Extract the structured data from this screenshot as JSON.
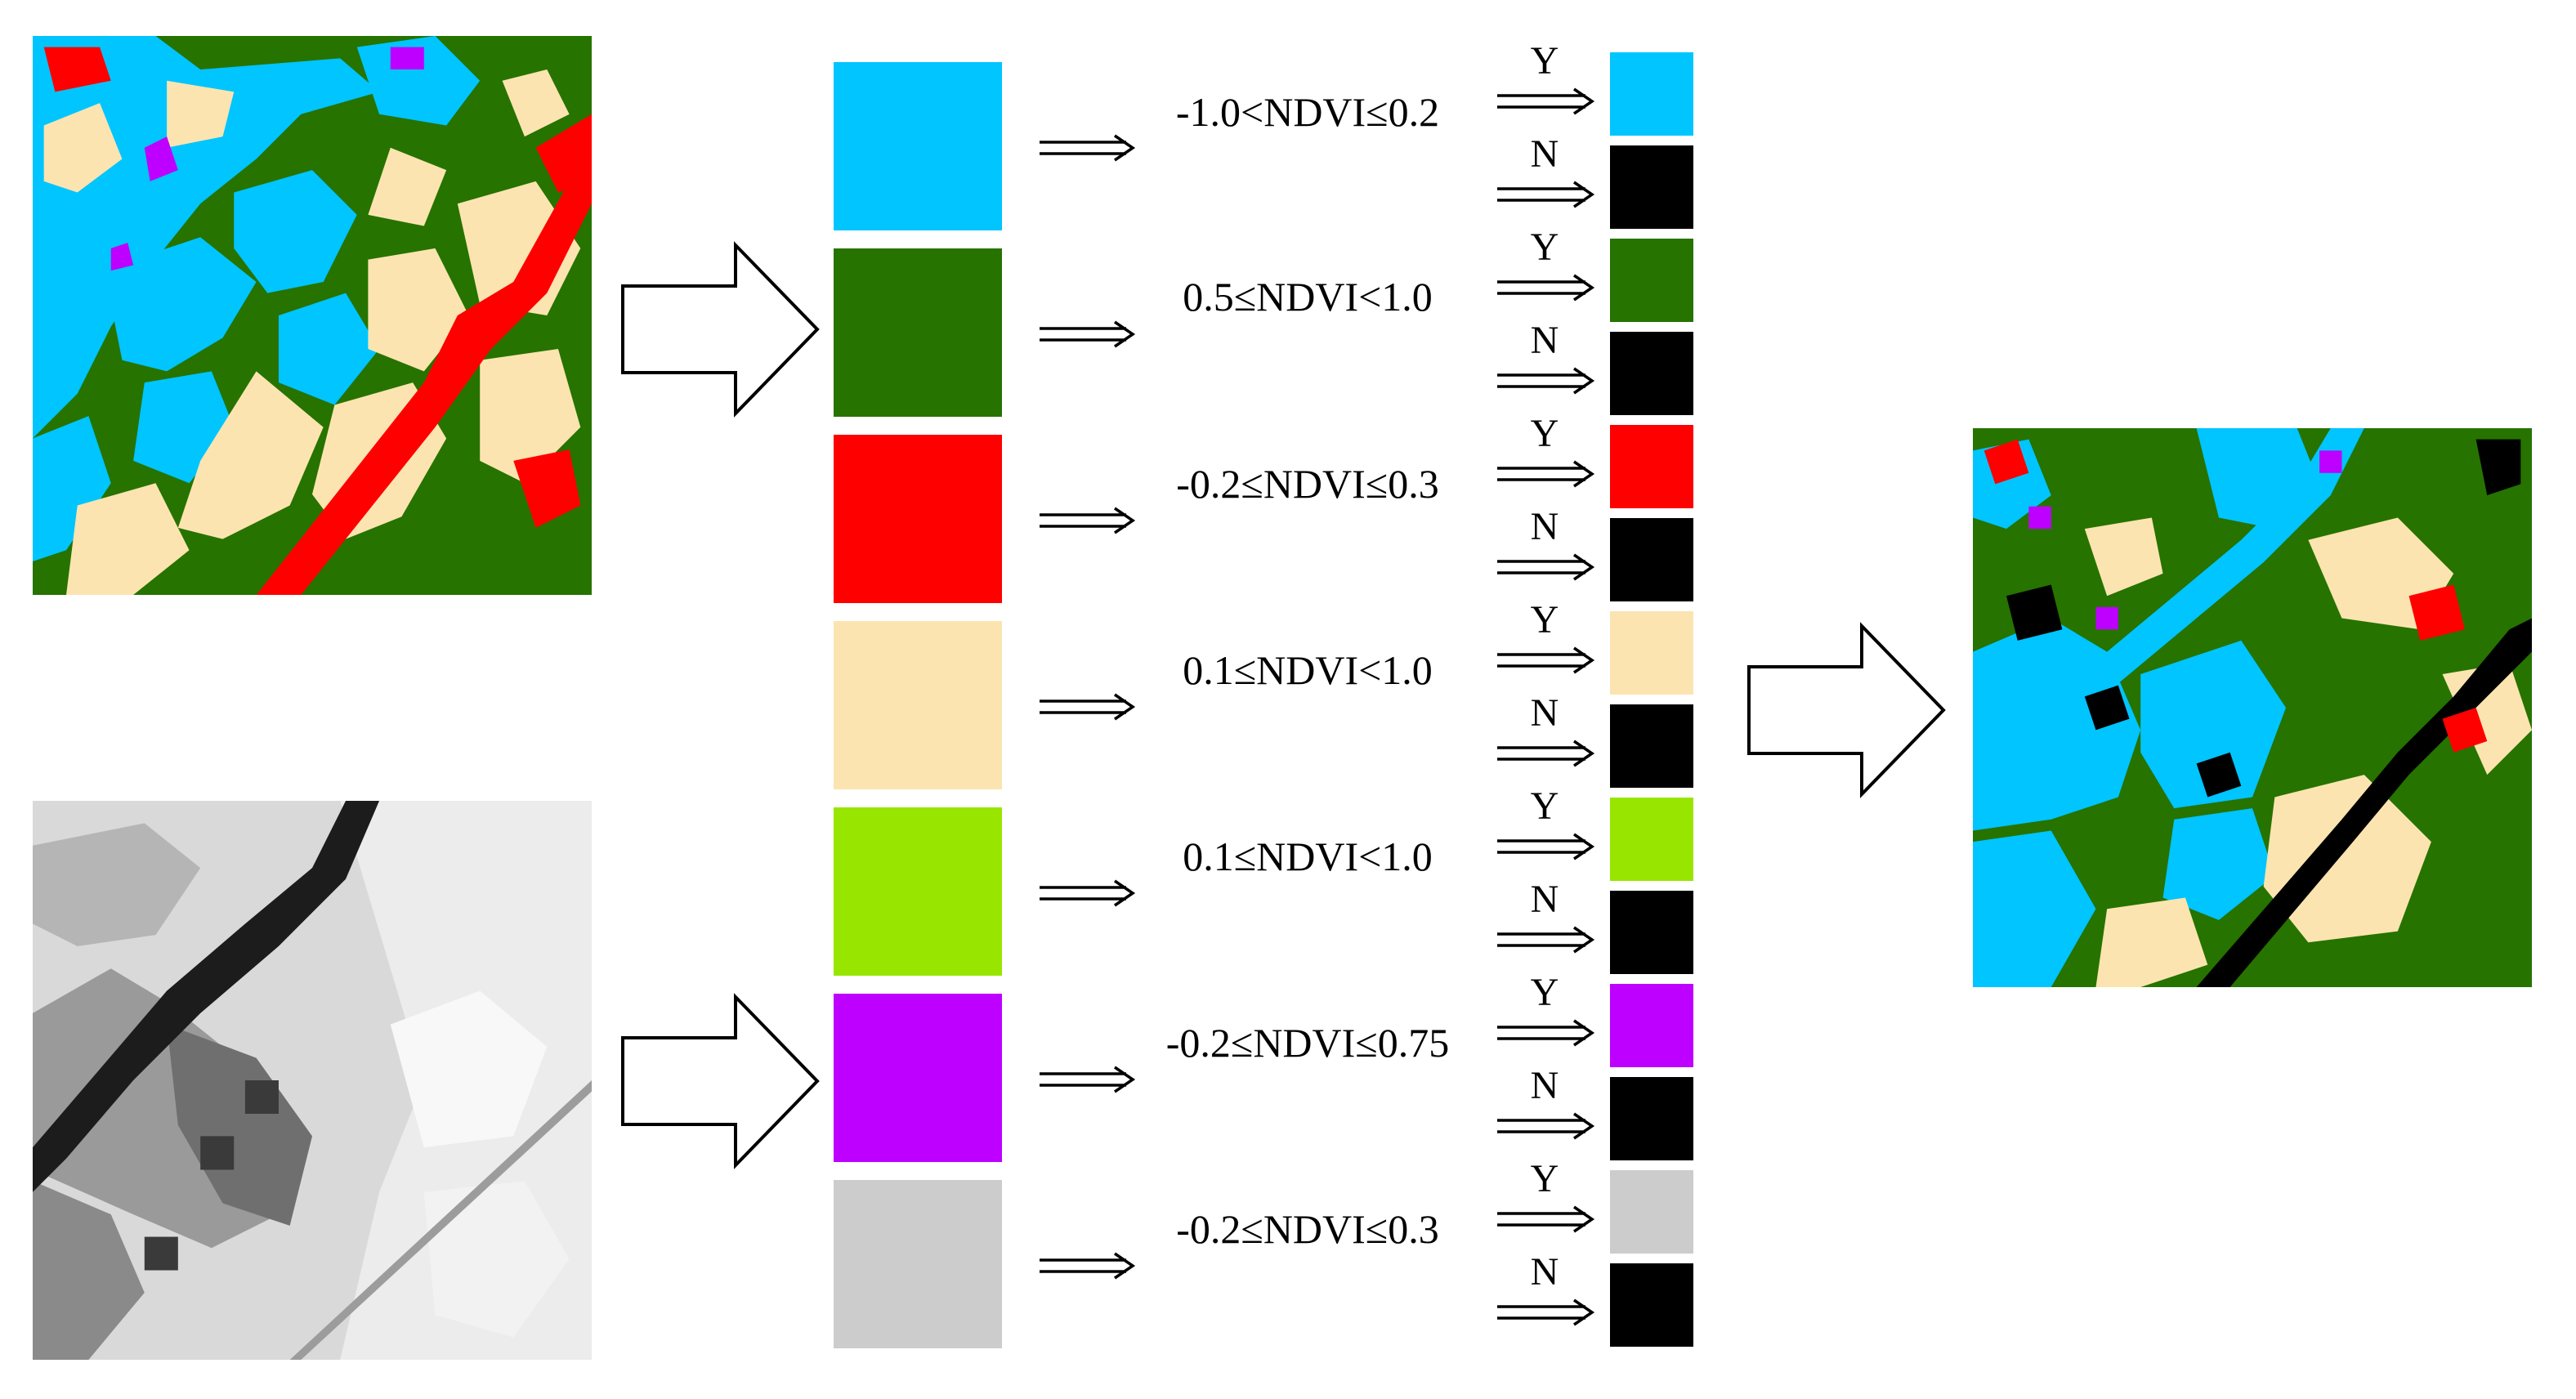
{
  "source_map": {
    "colors": [
      "#00c5ff",
      "#267300",
      "#ff0000",
      "#fce4b0",
      "#bd00ff"
    ]
  },
  "ndvi_image": {
    "tone": "grayscale"
  },
  "rules": [
    {
      "color": "#00c5ff",
      "condition": "-1.0<NDVI≤0.2",
      "yes_label": "Y",
      "no_label": "N",
      "yes_color": "#00c5ff",
      "no_color": "#000000"
    },
    {
      "color": "#267300",
      "condition": "0.5≤NDVI<1.0",
      "yes_label": "Y",
      "no_label": "N",
      "yes_color": "#267300",
      "no_color": "#000000"
    },
    {
      "color": "#ff0000",
      "condition": "-0.2≤NDVI≤0.3",
      "yes_label": "Y",
      "no_label": "N",
      "yes_color": "#ff0000",
      "no_color": "#000000"
    },
    {
      "color": "#fce4b0",
      "condition": "0.1≤NDVI<1.0",
      "yes_label": "Y",
      "no_label": "N",
      "yes_color": "#fce4b0",
      "no_color": "#000000"
    },
    {
      "color": "#98e600",
      "condition": "0.1≤NDVI<1.0",
      "yes_label": "Y",
      "no_label": "N",
      "yes_color": "#98e600",
      "no_color": "#000000"
    },
    {
      "color": "#bd00ff",
      "condition": "-0.2≤NDVI≤0.75",
      "yes_label": "Y",
      "no_label": "N",
      "yes_color": "#bd00ff",
      "no_color": "#000000"
    },
    {
      "color": "#cccccc",
      "condition": "-0.2≤NDVI≤0.3",
      "yes_label": "Y",
      "no_label": "N",
      "yes_color": "#cccccc",
      "no_color": "#000000"
    }
  ],
  "result_map": {
    "colors": [
      "#00c5ff",
      "#267300",
      "#ff0000",
      "#fce4b0",
      "#bd00ff",
      "#000000"
    ]
  }
}
